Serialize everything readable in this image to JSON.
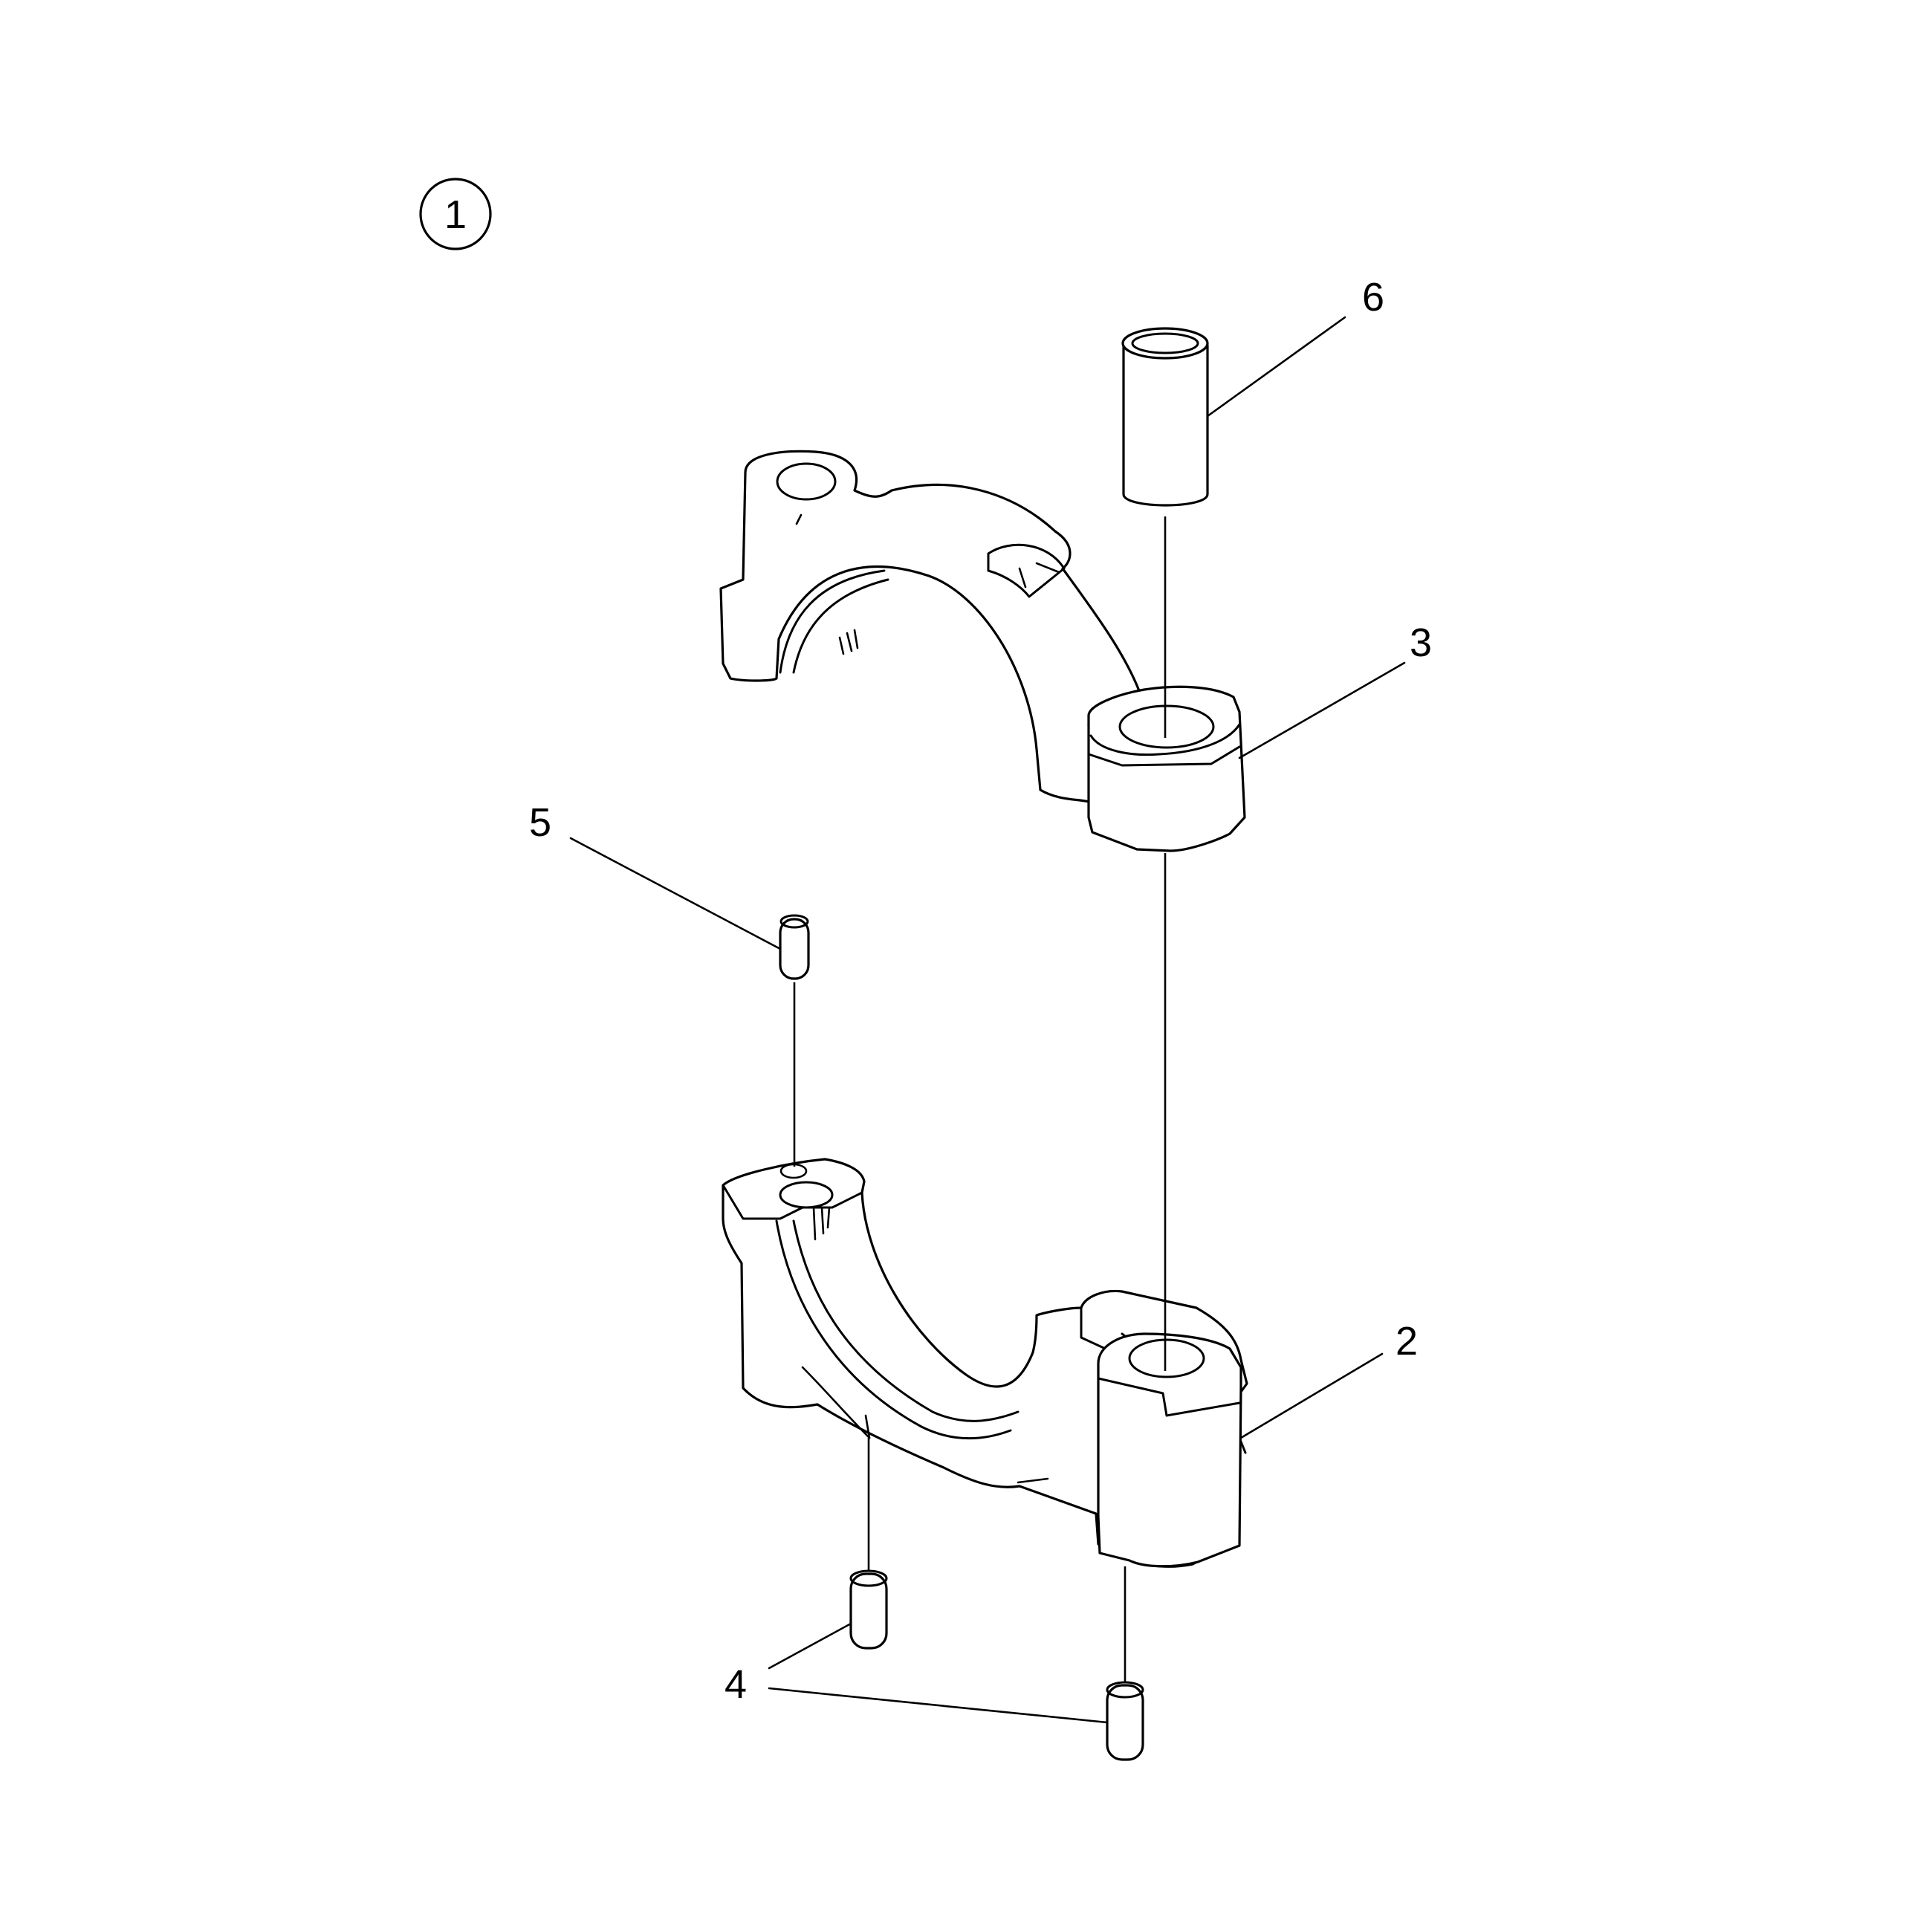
{
  "assembly_marker": {
    "label": "1"
  },
  "callouts": [
    {
      "id": "label-2",
      "text": "2"
    },
    {
      "id": "label-3",
      "text": "3"
    },
    {
      "id": "label-4",
      "text": "4"
    },
    {
      "id": "label-5",
      "text": "5"
    },
    {
      "id": "label-6",
      "text": "6"
    }
  ],
  "colors": {
    "ink": "#000000",
    "paper": "#ffffff"
  }
}
